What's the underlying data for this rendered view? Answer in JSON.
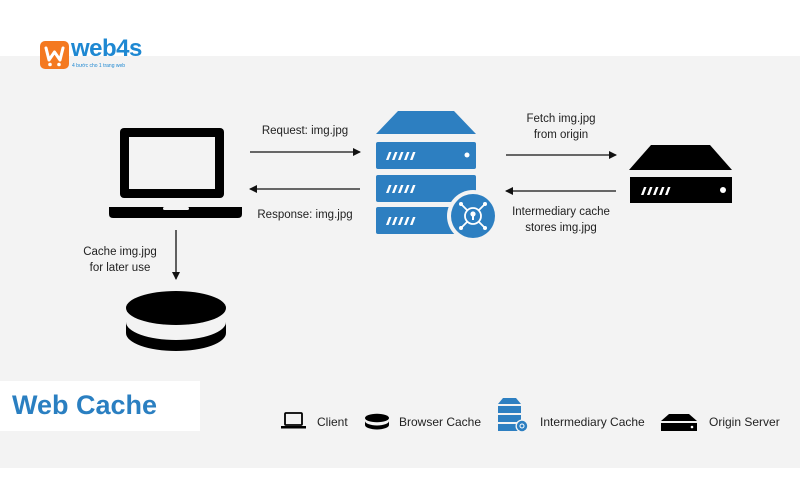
{
  "brand": {
    "name": "web4s",
    "tagline": "4 bước cho 1 trang web",
    "logo_glyph": "W",
    "accent_color": "#f47920",
    "text_color": "#1e88d2"
  },
  "title": "Web Cache",
  "flows": {
    "request": "Request: img.jpg",
    "response": "Response: img.jpg",
    "fetch_line1": "Fetch img.jpg",
    "fetch_line2": "from origin",
    "stores_line1": "Intermediary cache",
    "stores_line2": "stores img.jpg",
    "cache_line1": "Cache img.jpg",
    "cache_line2": "for later use"
  },
  "nodes": {
    "client": "laptop-icon",
    "browser_cache": "disk-icon",
    "intermediary_cache": "server-stack-icon",
    "origin_server": "server-icon"
  },
  "legend": [
    {
      "icon": "laptop-icon",
      "label": "Client"
    },
    {
      "icon": "disk-icon",
      "label": "Browser Cache"
    },
    {
      "icon": "server-stack-icon",
      "label": "Intermediary Cache"
    },
    {
      "icon": "server-icon",
      "label": "Origin Server"
    }
  ],
  "colors": {
    "cache_blue": "#2d7fc1",
    "icon_black": "#000000",
    "background": "#f3f3f3"
  }
}
